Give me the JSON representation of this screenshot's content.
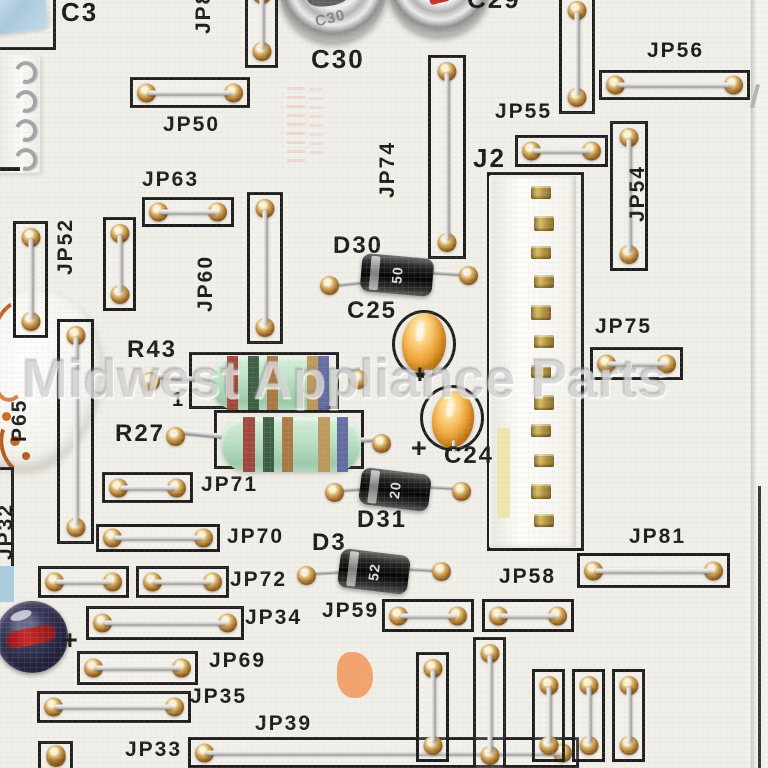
{
  "image_type": "photograph of a printed circuit board (appliance control board close-up)",
  "watermark": "Midwest Appliance Parts",
  "labels": {
    "c3": "C3",
    "jp8": "JP8",
    "c30": "C30",
    "c29": "C29",
    "jp50": "JP50",
    "jp56": "JP56",
    "jp55": "JP55",
    "j2": "J2",
    "jp74": "JP74",
    "jp54": "JP54",
    "jp63": "JP63",
    "jp52": "JP52",
    "jp60": "JP60",
    "d30": "D30",
    "c25": "C25",
    "jp75": "JP75",
    "r43": "R43",
    "r43_pin1": "1",
    "r27": "R27",
    "c24": "C24",
    "jp71": "JP71",
    "jp70": "JP70",
    "d31": "D31",
    "d3": "D3",
    "p65": "P65",
    "jp32": "JP32",
    "jp81": "JP81",
    "jp72": "JP72",
    "jp58": "JP58",
    "jp34": "JP34",
    "jp59": "JP59",
    "jp69": "JP69",
    "jp35": "JP35",
    "jp39": "JP39",
    "jp33": "JP33",
    "left_edge_partial": "3",
    "plus_c25": "+",
    "plus_c24": "+",
    "plus_cap": "+"
  },
  "component_markings": {
    "d30": "50",
    "d31": "20",
    "d3": "52",
    "c30_etch": "C30"
  },
  "colors": {
    "board_bg": "#f1efe9",
    "silkscreen": "#1e1e1e",
    "copper_pad": "#a5712a",
    "jumper_wire": "#d6d6d6",
    "resistor_body": "#bfe3c9",
    "resistor_bands": [
      "#9e3a31",
      "#33523a",
      "#a8703a",
      "#bd9352",
      "#5c639c"
    ],
    "diode_body": "#141414",
    "tantalum_orange": "#f2a93b",
    "electrolytic_chrome": "#d4d4d4",
    "small_cap_navy": "#23233f",
    "small_cap_stripe": "#b52025",
    "connector_white": "#fbfaf7",
    "pin_gold": "#c2a44e",
    "orange_paint_dot": "#f3a26b",
    "watermark_gray": "#9e9e9e"
  }
}
